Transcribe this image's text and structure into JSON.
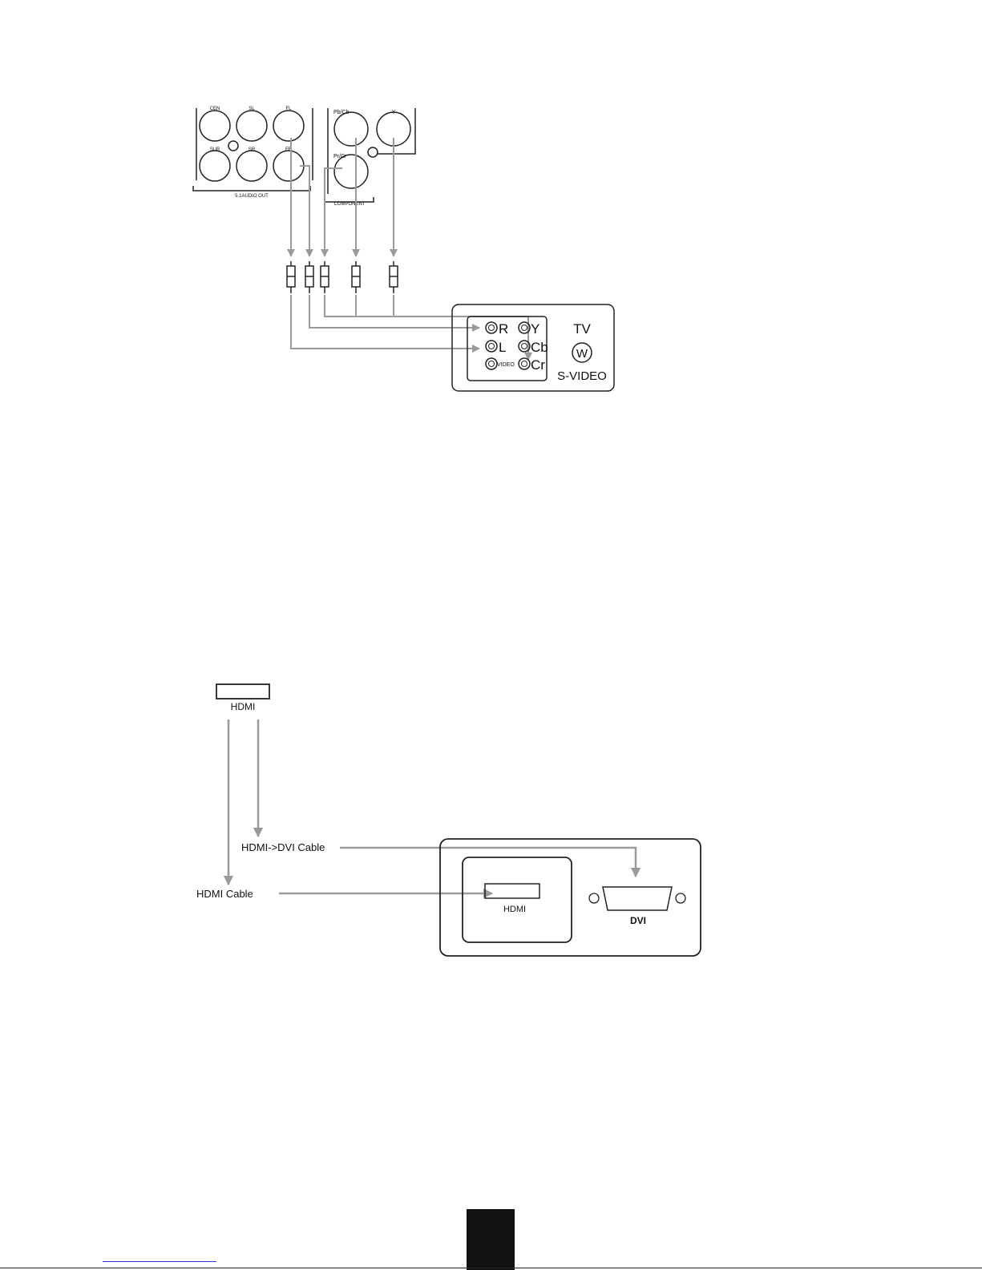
{
  "colors": {
    "cable": "#9a9a9a",
    "outline": "#222222",
    "panel_line": "#333333"
  },
  "top_diagram": {
    "player_panel": {
      "audio_jacks": [
        "CEN",
        "SL",
        "FL",
        "SUB",
        "SR",
        "FR"
      ],
      "audio_group_label": "5.1AUDIO OUT",
      "component_jacks": [
        "Pb/Cb",
        "Y",
        "Pr/Cr"
      ],
      "component_group_label": "COMPONENT"
    },
    "tv_panel": {
      "title": "TV",
      "jacks": [
        "R",
        "L",
        "VIDEO",
        "Y",
        "Cb",
        "Cr"
      ],
      "svideo_symbol": "W",
      "svideo_label": "S-VIDEO"
    }
  },
  "bottom_diagram": {
    "source_port_label": "HDMI",
    "cable_dvi_label": "HDMI->DVI Cable",
    "cable_hdmi_label": "HDMI Cable",
    "tv_hdmi_label": "HDMI",
    "tv_dvi_label": "DVI"
  }
}
